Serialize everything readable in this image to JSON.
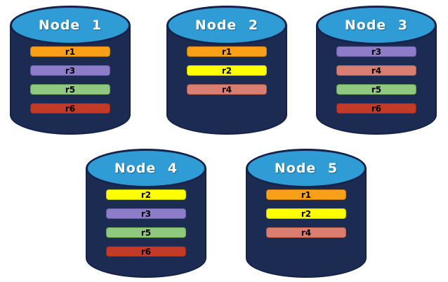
{
  "diagram": {
    "type": "database-replica-placement",
    "nodes": [
      {
        "label": "Node 1",
        "replicas": [
          "r1",
          "r3",
          "r5",
          "r6"
        ]
      },
      {
        "label": "Node 2",
        "replicas": [
          "r1",
          "r2",
          "r4"
        ]
      },
      {
        "label": "Node 3",
        "replicas": [
          "r3",
          "r4",
          "r5",
          "r6"
        ]
      },
      {
        "label": "Node 4",
        "replicas": [
          "r2",
          "r3",
          "r5",
          "r6"
        ]
      },
      {
        "label": "Node 5",
        "replicas": [
          "r1",
          "r2",
          "r4"
        ]
      }
    ],
    "replica_colors": {
      "r1": {
        "fill": "#F9A01B",
        "border": "#C47A0A"
      },
      "r2": {
        "fill": "#FFFF00",
        "border": "#C9CC00"
      },
      "r3": {
        "fill": "#8D7CC7",
        "border": "#6A5BA6"
      },
      "r4": {
        "fill": "#D97E70",
        "border": "#B05C4F"
      },
      "r5": {
        "fill": "#8FC87E",
        "border": "#689F58"
      },
      "r6": {
        "fill": "#C23A28",
        "border": "#8E2A1C"
      }
    },
    "colors": {
      "cylinder_body": "#1C2B52",
      "cylinder_outline": "#15224A",
      "cylinder_top_fill": "#2F9CD5",
      "title_text": "#FFFFFF",
      "bar_text": "#000000",
      "background": "#FFFFFF"
    }
  }
}
